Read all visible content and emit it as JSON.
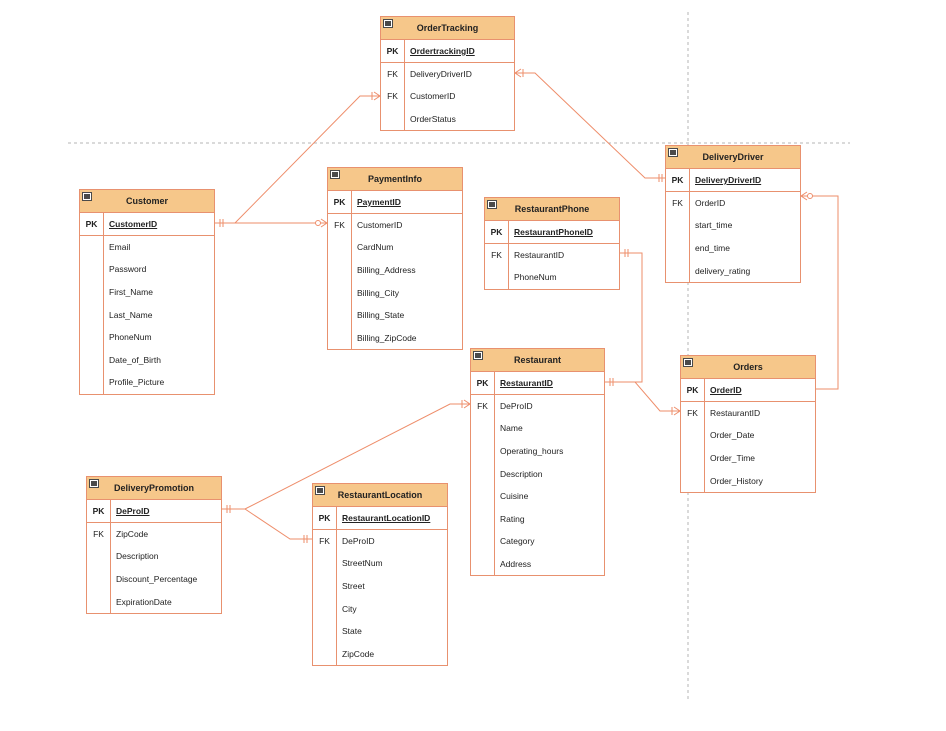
{
  "entities": [
    {
      "id": "ordertracking",
      "title": "OrderTracking",
      "pk": "OrdertrackingID",
      "attributes": [
        {
          "key": "FK",
          "name": "DeliveryDriverID"
        },
        {
          "key": "FK",
          "name": "CustomerID"
        },
        {
          "key": "",
          "name": "OrderStatus"
        }
      ]
    },
    {
      "id": "deliverydriver",
      "title": "DeliveryDriver",
      "pk": "DeliveryDriverID",
      "attributes": [
        {
          "key": "FK",
          "name": "OrderID"
        },
        {
          "key": "",
          "name": "start_time"
        },
        {
          "key": "",
          "name": "end_time"
        },
        {
          "key": "",
          "name": "delivery_rating"
        }
      ]
    },
    {
      "id": "customer",
      "title": "Customer",
      "pk": "CustomerID",
      "attributes": [
        {
          "key": "",
          "name": "Email"
        },
        {
          "key": "",
          "name": "Password"
        },
        {
          "key": "",
          "name": "First_Name"
        },
        {
          "key": "",
          "name": "Last_Name"
        },
        {
          "key": "",
          "name": "PhoneNum"
        },
        {
          "key": "",
          "name": "Date_of_Birth"
        },
        {
          "key": "",
          "name": "Profile_Picture"
        }
      ]
    },
    {
      "id": "paymentinfo",
      "title": "PaymentInfo",
      "pk": "PaymentID",
      "attributes": [
        {
          "key": "FK",
          "name": "CustomerID"
        },
        {
          "key": "",
          "name": "CardNum"
        },
        {
          "key": "",
          "name": "Billing_Address"
        },
        {
          "key": "",
          "name": "Billing_City"
        },
        {
          "key": "",
          "name": "Billing_State"
        },
        {
          "key": "",
          "name": "Billing_ZipCode"
        }
      ]
    },
    {
      "id": "restaurantphone",
      "title": "RestaurantPhone",
      "pk": "RestaurantPhoneID",
      "attributes": [
        {
          "key": "FK",
          "name": "RestaurantID"
        },
        {
          "key": "",
          "name": "PhoneNum"
        }
      ]
    },
    {
      "id": "restaurant",
      "title": "Restaurant",
      "pk": "RestaurantID",
      "attributes": [
        {
          "key": "FK",
          "name": "DeProID"
        },
        {
          "key": "",
          "name": "Name"
        },
        {
          "key": "",
          "name": "Operating_hours"
        },
        {
          "key": "",
          "name": "Description"
        },
        {
          "key": "",
          "name": "Cuisine"
        },
        {
          "key": "",
          "name": "Rating"
        },
        {
          "key": "",
          "name": "Category"
        },
        {
          "key": "",
          "name": "Address"
        }
      ]
    },
    {
      "id": "orders",
      "title": "Orders",
      "pk": "OrderID",
      "attributes": [
        {
          "key": "FK",
          "name": "RestaurantID"
        },
        {
          "key": "",
          "name": "Order_Date"
        },
        {
          "key": "",
          "name": "Order_Time"
        },
        {
          "key": "",
          "name": "Order_History"
        }
      ]
    },
    {
      "id": "deliverypromotion",
      "title": "DeliveryPromotion",
      "pk": "DeProID",
      "attributes": [
        {
          "key": "FK",
          "name": "ZipCode"
        },
        {
          "key": "",
          "name": "Description"
        },
        {
          "key": "",
          "name": "Discount_Percentage"
        },
        {
          "key": "",
          "name": "ExpirationDate"
        }
      ]
    },
    {
      "id": "restaurantlocation",
      "title": "RestaurantLocation",
      "pk": "RestaurantLocationID",
      "attributes": [
        {
          "key": "FK",
          "name": "DeProID"
        },
        {
          "key": "",
          "name": "StreetNum"
        },
        {
          "key": "",
          "name": "Street"
        },
        {
          "key": "",
          "name": "City"
        },
        {
          "key": "",
          "name": "State"
        },
        {
          "key": "",
          "name": "ZipCode"
        }
      ]
    }
  ],
  "labels": {
    "pk": "PK"
  },
  "colors": {
    "header": "#f6c78a",
    "border": "#e8916f",
    "connector": "#ee8d6a",
    "guide": "#b5b5b5"
  }
}
